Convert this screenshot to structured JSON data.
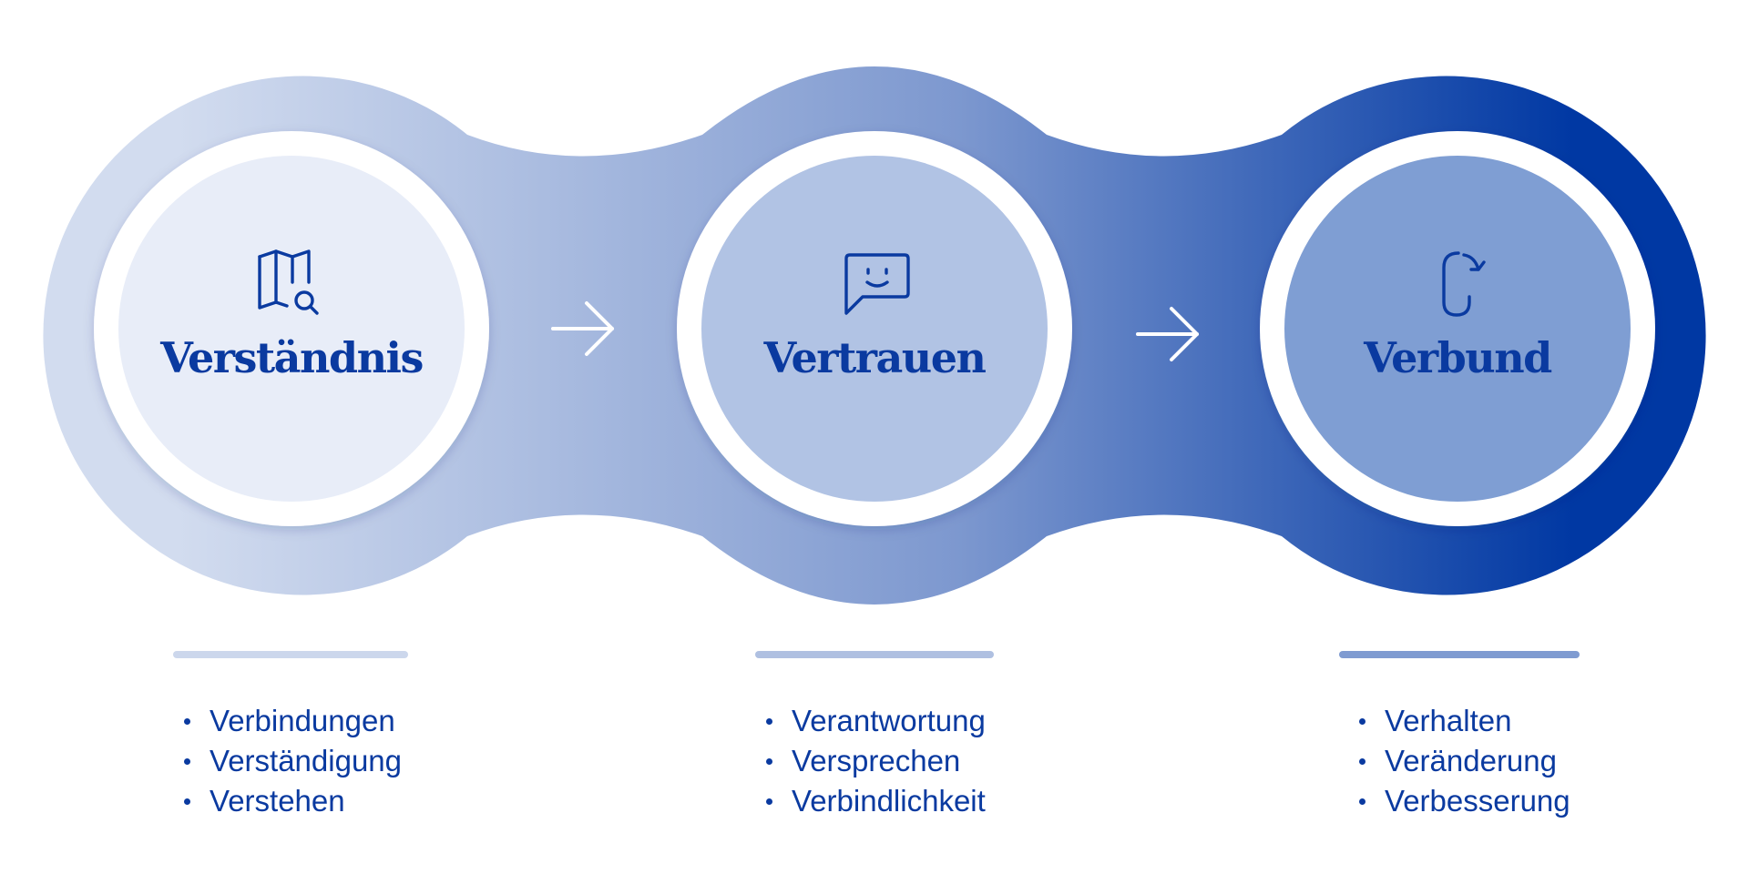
{
  "colors": {
    "accent": "#0a3aa0",
    "gradient_start": "#d2dcef",
    "gradient_end": "#0038a3"
  },
  "stages": [
    {
      "title": "Verständnis",
      "icon": "map-search-icon",
      "fill": "#e8edf8",
      "underline_color": "#ccd7ec",
      "bullets": [
        "Verbindungen",
        "Verständigung",
        "Verstehen"
      ]
    },
    {
      "title": "Vertrauen",
      "icon": "chat-smile-icon",
      "fill": "#b1c3e4",
      "underline_color": "#afc0e1",
      "bullets": [
        "Verantwortung",
        "Versprechen",
        "Verbindlichkeit"
      ]
    },
    {
      "title": "Verbund",
      "icon": "cycle-arrow-icon",
      "fill": "#7f9ed3",
      "underline_color": "#7f9bd1",
      "bullets": [
        "Verhalten",
        "Veränderung",
        "Verbesserung"
      ]
    }
  ],
  "arrows": [
    "arrow-right-icon",
    "arrow-right-icon"
  ]
}
